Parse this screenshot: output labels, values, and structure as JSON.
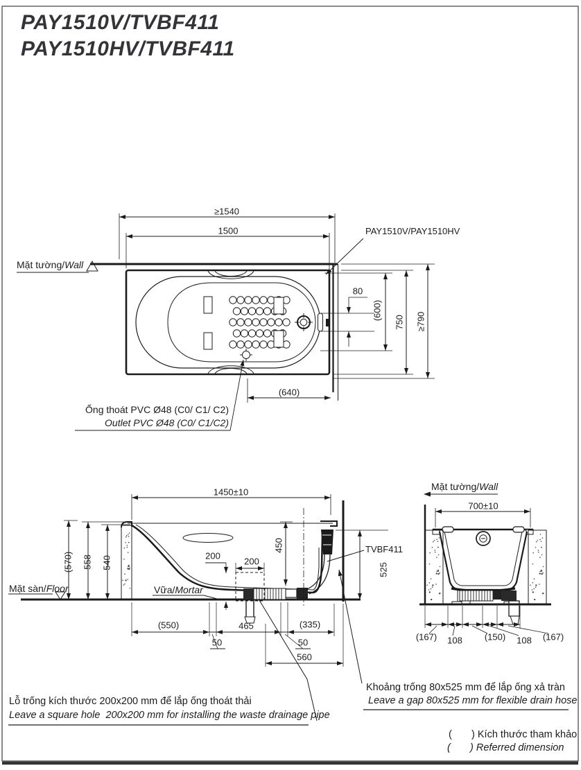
{
  "title": {
    "line1": "PAY1510V/TVBF411",
    "line2": "PAY1510HV/TVBF411"
  },
  "plan": {
    "wall_label_vi": "Mặt tường/",
    "wall_label_en": "Wall",
    "dim_niche_length": "≥1540",
    "dim_tub_length": "1500",
    "product_label": "PAY1510V/PAY1510HV",
    "dim_overflow_gap": "80",
    "dim_inner_width": "(600)",
    "dim_rim_width": "750",
    "dim_niche_width": "≥790",
    "dim_outlet_offset": "(640)",
    "outlet_label_vi": "Ống thoát PVC Ø48 (C0/ C1/ C2)",
    "outlet_label_en": "Outlet PVC Ø48 (C0/ C1/C2)"
  },
  "section": {
    "dim_length": "1450±10",
    "dim_height_total": "(570)",
    "dim_height_rim": "558",
    "dim_height_inner": "540",
    "floor_label_vi": "Mặt sàn/",
    "floor_label_en": "Floor",
    "mortar_label_vi": "Vữa/",
    "mortar_label_en": "Mortar",
    "dim_hole_depth": "200",
    "dim_hole_width": "200",
    "dim_tub_depth": "450",
    "drain_model": "TVBF411",
    "dim_overflow_height": "525",
    "dim_apron": "(550)",
    "dim_465": "465",
    "dim_335": "(335)",
    "dim_50_left": "50",
    "dim_50_right": "50",
    "dim_560": "560"
  },
  "end_view": {
    "wall_label_vi": "Mặt tường/",
    "wall_label_en": "Wall",
    "dim_width": "700±10",
    "dim_b1": "(167)",
    "dim_b2": "108",
    "dim_b3": "(150)",
    "dim_b4": "108",
    "dim_b5": "(167)"
  },
  "notes": {
    "hole_vi": "Lỗ trống kích thước 200x200 mm để lắp ống thoát thải",
    "hole_en": "Leave a square hole  200x200 mm for installing the waste drainage pipe",
    "gap_vi": "Khoảng trống 80x525 mm để lắp ống xả tràn",
    "gap_en": "Leave a gap 80x525 mm for flexible drain hose",
    "legend_vi": "(       ) Kích thước tham khảo",
    "legend_en": "(       ) Referred dimension"
  }
}
